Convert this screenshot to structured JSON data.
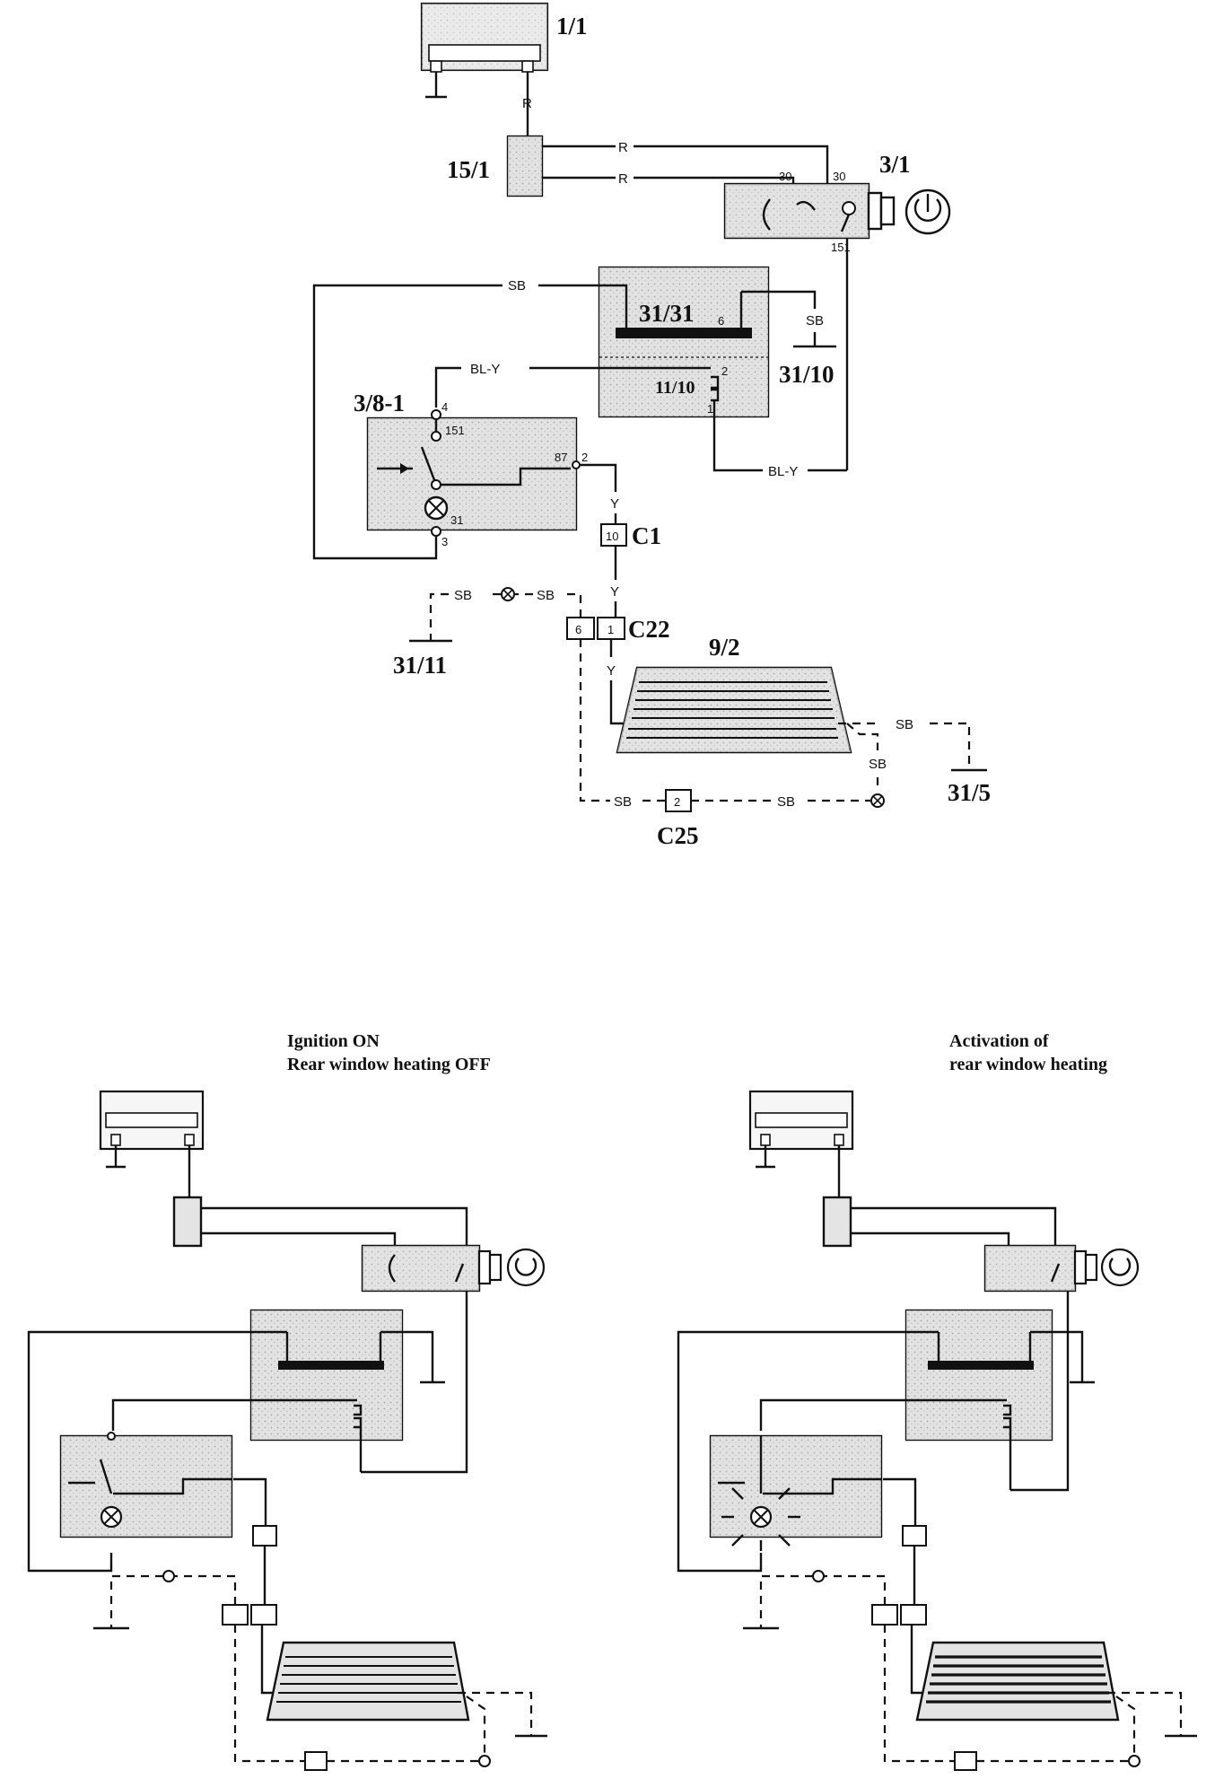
{
  "components": {
    "battery": "1/1",
    "fuse_box": "15/1",
    "ignition_switch": "3/1",
    "control_module": "31/31",
    "relay": "11/10",
    "rear_window_switch": "3/8-1",
    "rear_window_element": "9/2",
    "ground_a": "31/10",
    "ground_b": "31/11",
    "ground_c": "31/5"
  },
  "connectors": {
    "c1": "C1",
    "c1_pin": "10",
    "c22": "C22",
    "c22_pin_a": "6",
    "c22_pin_b": "1",
    "c25": "C25",
    "c25_pin": "2"
  },
  "wire_colors": {
    "red": "R",
    "black": "SB",
    "blue_yellow": "BL-Y",
    "yellow": "Y"
  },
  "pins": {
    "ign_30a": "30",
    "ign_30b": "30",
    "ign_151": "151",
    "mod_6": "6",
    "mod_2": "2",
    "mod_1": "1",
    "sw_4": "4",
    "sw_151": "151",
    "sw_87": "87",
    "sw_2": "2",
    "sw_31": "31",
    "sw_3": "3"
  },
  "captions": {
    "left_line1": "Ignition ON",
    "left_line2": "Rear window heating OFF",
    "right_line1": "Activation of",
    "right_line2": "rear window heating"
  }
}
